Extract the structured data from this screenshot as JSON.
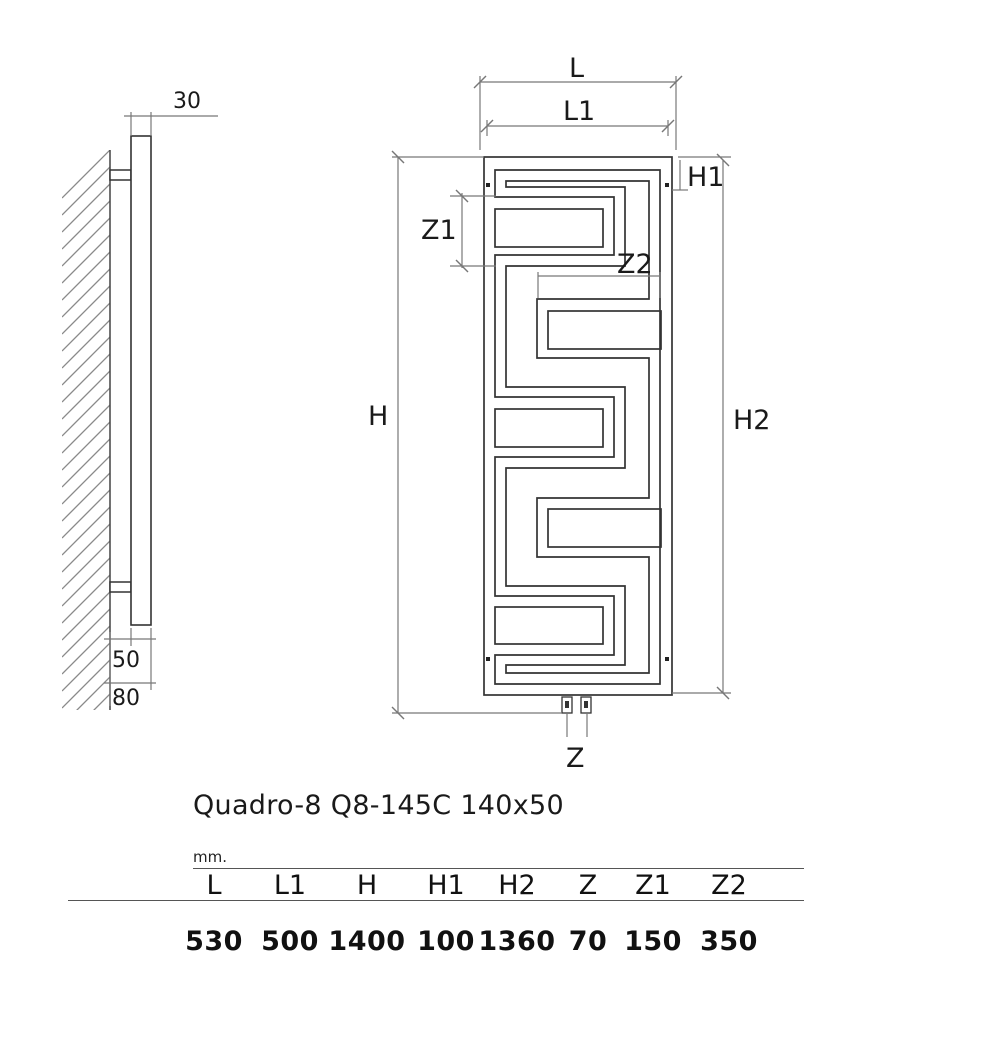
{
  "dimension_labels": {
    "L": "L",
    "L1": "L1",
    "H": "H",
    "H1": "H1",
    "H2": "H2",
    "Z": "Z",
    "Z1": "Z1",
    "Z2": "Z2",
    "depth_top": "30",
    "depth_wall": "50",
    "depth_total": "80"
  },
  "model": {
    "title": "Quadro-8  Q8-145C  140x50",
    "units": "mm."
  },
  "spec_table": {
    "headers": [
      "L",
      "L1",
      "H",
      "H1",
      "H2",
      "Z",
      "Z1",
      "Z2"
    ],
    "values": [
      "530",
      "500",
      "1400",
      "100",
      "1360",
      "70",
      "150",
      "350"
    ]
  },
  "colors": {
    "line": "#333333",
    "hatch": "#7a7a7a",
    "text": "#1a1a1a"
  }
}
